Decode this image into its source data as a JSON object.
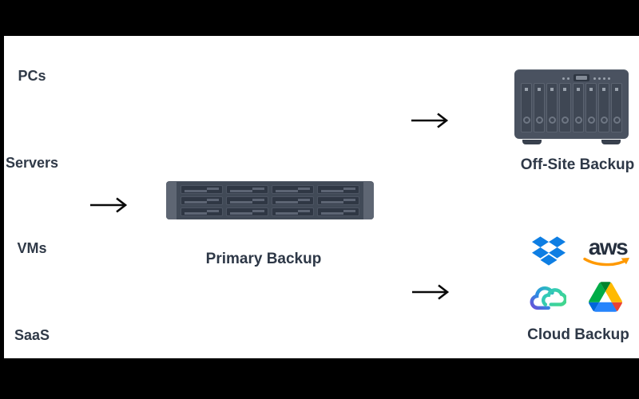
{
  "diagram": {
    "source_labels": [
      "PCs",
      "Servers",
      "VMs",
      "SaaS"
    ],
    "primary": {
      "label": "Primary Backup",
      "device": "rackmount-nas-12-bay"
    },
    "offsite": {
      "label": "Off-Site Backup",
      "device": "desktop-nas-8-bay"
    },
    "cloud": {
      "label": "Cloud Backup",
      "aws_wordmark": "aws",
      "providers": [
        "Dropbox",
        "AWS",
        "Synology C2",
        "Google Drive"
      ]
    },
    "arrows": [
      {
        "from": "sources",
        "to": "primary-backup"
      },
      {
        "from": "primary-backup",
        "to": "offsite-backup"
      },
      {
        "from": "primary-backup",
        "to": "cloud-backup"
      }
    ]
  },
  "colors": {
    "background": "#ffffff",
    "letterbox": "#000000",
    "label_text": "#2e3847",
    "device_body": "#454d5b",
    "device_cap": "#5e6673",
    "arrow": "#0a0a0a",
    "dropbox_blue": "#0e7ee3",
    "aws_text": "#252f3e",
    "aws_smile_orange": "#ff9900",
    "gdrive_blue": "#2684fc",
    "gdrive_green": "#00ac47",
    "gdrive_yellow": "#ffba00"
  }
}
